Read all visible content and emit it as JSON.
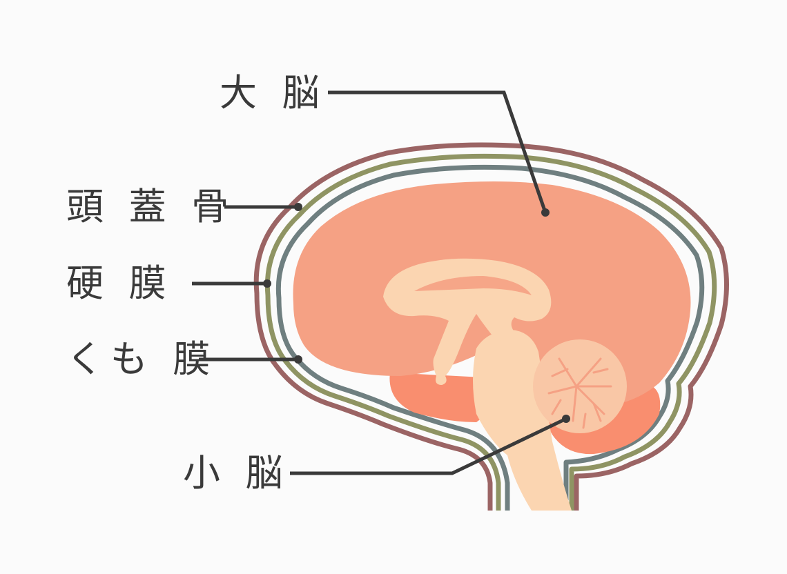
{
  "labels": {
    "cerebrum": "大 脳",
    "skull": "頭 蓋 骨",
    "dura": "硬  膜",
    "arachnoid": "くも 膜",
    "cerebellum": "小 脳"
  },
  "colors": {
    "background": "#fbfbfb",
    "skull": "#9b6464",
    "dura": "#8f9463",
    "arachnoid": "#6f7f80",
    "cerebrum": "#f5a184",
    "brain_lower": "#f98e6f",
    "brainstem": "#fbd5b1",
    "cerebellum": "#f9c7a6",
    "leader": "#3a3a3a"
  }
}
